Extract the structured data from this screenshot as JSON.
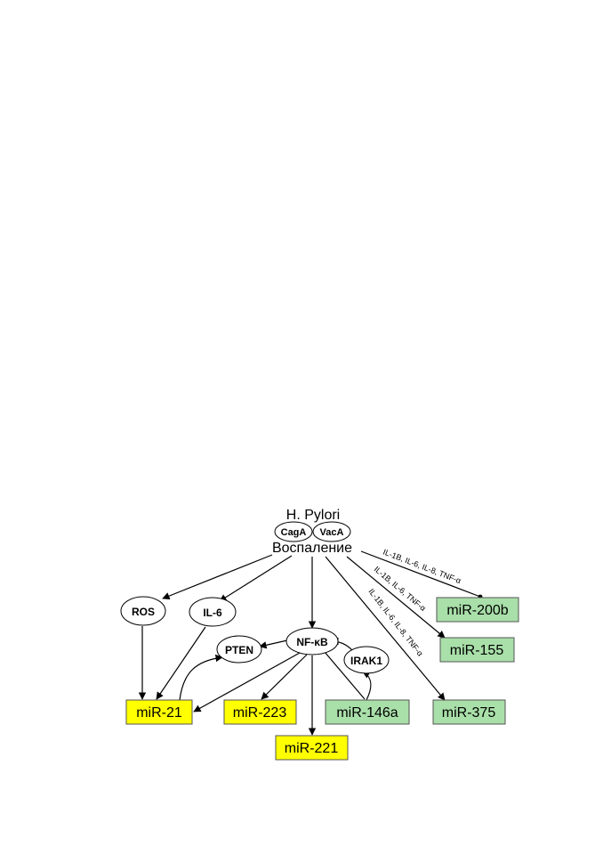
{
  "header": {
    "title": "H. Pylori",
    "subtitle": "Воспаление",
    "factors": [
      "CagA",
      "VacA"
    ]
  },
  "intermediates": {
    "ros": "ROS",
    "il6": "IL-6",
    "pten": "PTEN",
    "nfkb": "NF-κB",
    "irak1": "IRAK1"
  },
  "mirnas": {
    "mir21": "miR-21",
    "mir223": "miR-223",
    "mir221": "miR-221",
    "mir146a": "miR-146a",
    "mir375": "miR-375",
    "mir155": "miR-155",
    "mir200b": "miR-200b"
  },
  "edge_labels": {
    "to_mir200b": "IL-1B, IL-6, IL-8, TNF-α",
    "to_mir155": "IL-1B, IL-6, TNF-α",
    "to_mir375": "IL-1B, IL-6, IL-8, TNF-α"
  },
  "colors": {
    "upregulated_fill": "#ffff00",
    "downregulated_fill": "#a9dfa9",
    "box_stroke": "#555555",
    "line": "#000000"
  }
}
